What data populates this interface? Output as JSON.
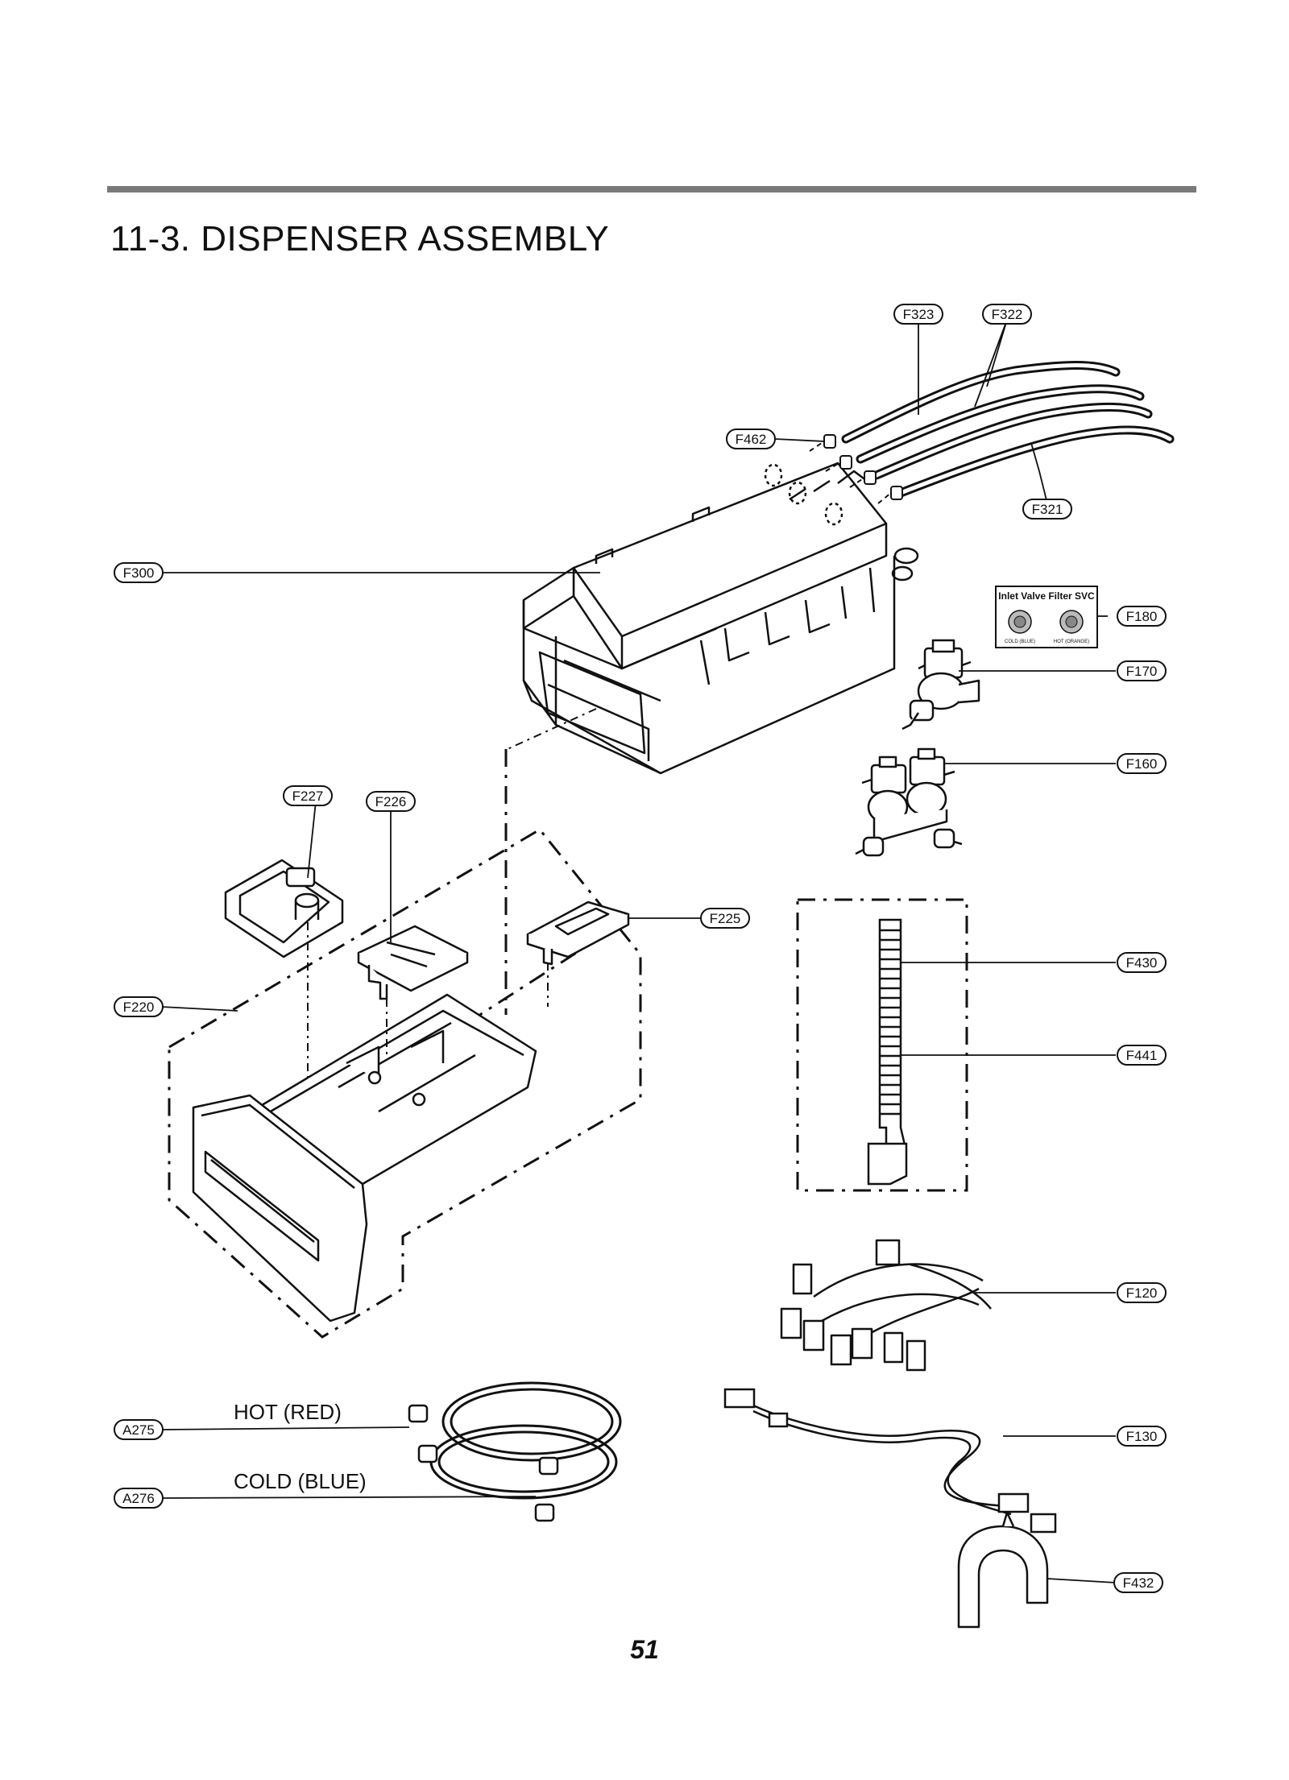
{
  "section": {
    "title": "11-3. DISPENSER ASSEMBLY"
  },
  "page_number": "51",
  "callouts": {
    "F323": "F323",
    "F322": "F322",
    "F462": "F462",
    "F321": "F321",
    "F300": "F300",
    "F180": "F180",
    "F170": "F170",
    "F160": "F160",
    "F227": "F227",
    "F226": "F226",
    "F225": "F225",
    "F430": "F430",
    "F441": "F441",
    "F220": "F220",
    "F120": "F120",
    "A275": "A275",
    "A276": "A276",
    "F130": "F130",
    "F432": "F432"
  },
  "hoses": {
    "hot_label": "HOT (RED)",
    "cold_label": "COLD (BLUE)"
  },
  "svc_kit": {
    "title": "Inlet Valve Filter SVC",
    "cold_caption": "COLD (BLUE)",
    "hot_caption": "HOT (ORANGE)"
  }
}
